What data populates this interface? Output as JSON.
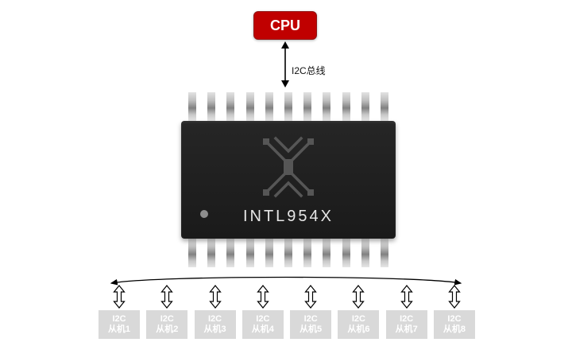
{
  "colors": {
    "cpu_bg": "#c00000",
    "cpu_text": "#ffffff",
    "slave_bg": "#d9d9d9",
    "slave_text": "#ffffff",
    "chip_body": "#262626",
    "chip_label_color": "#e6e6e6"
  },
  "cpu": {
    "label": "CPU"
  },
  "bus": {
    "label": "I2C总线"
  },
  "chip": {
    "label": "INTL954X",
    "pins_per_side": 11
  },
  "slaves": {
    "items": [
      {
        "line1": "I2C",
        "line2": "从机1"
      },
      {
        "line1": "I2C",
        "line2": "从机2"
      },
      {
        "line1": "I2C",
        "line2": "从机3"
      },
      {
        "line1": "I2C",
        "line2": "从机4"
      },
      {
        "line1": "I2C",
        "line2": "从机5"
      },
      {
        "line1": "I2C",
        "line2": "从机6"
      },
      {
        "line1": "I2C",
        "line2": "从机7"
      },
      {
        "line1": "I2C",
        "line2": "从机8"
      }
    ]
  }
}
